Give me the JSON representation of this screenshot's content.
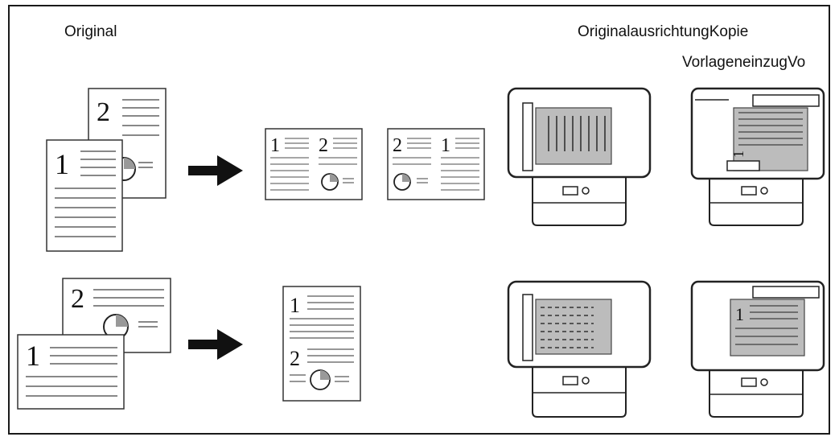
{
  "labels": {
    "original": "Original",
    "orientation_copy": "OriginalausrichtungKopie",
    "document_feeder": "VorlageneinzugVo"
  },
  "page_numbers": {
    "one": "1",
    "two": "2"
  },
  "icons": [
    "portrait-originals-icon",
    "landscape-originals-icon",
    "arrow-right-icon",
    "two-up-copy-icon",
    "combined-copy-icon",
    "scanner-glass-icon",
    "document-feeder-icon"
  ]
}
